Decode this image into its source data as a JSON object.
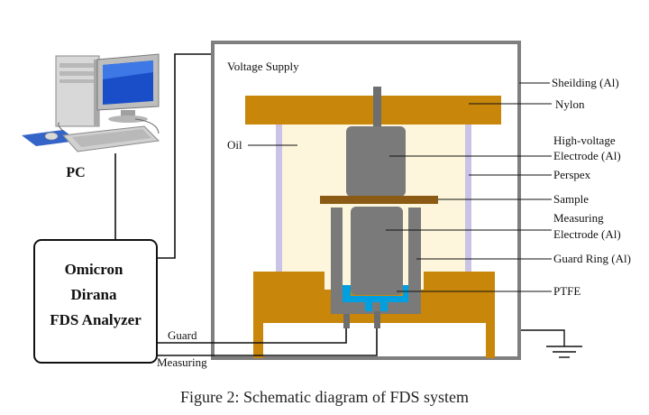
{
  "caption": "Figure 2: Schematic diagram of FDS system",
  "pc_label": "PC",
  "analyzer": {
    "line1": "Omicron",
    "line2": "Dirana",
    "line3": "FDS Analyzer"
  },
  "labels": {
    "voltage_supply": "Voltage Supply",
    "shielding": "Sheilding (Al)",
    "nylon": "Nylon",
    "oil": "Oil",
    "hv_electrode_1": "High-voltage",
    "hv_electrode_2": "Electrode (Al)",
    "perspex": "Perspex",
    "sample": "Sample",
    "measuring_electrode_1": "Measuring",
    "measuring_electrode_2": "Electrode (Al)",
    "guard_ring": "Guard Ring (Al)",
    "ptfe": "PTFE",
    "guard": "Guard",
    "measuring": "Measuring"
  },
  "colors": {
    "shielding": "#7f7f7f",
    "nylon": "#c8860a",
    "oil": "#fdf6dc",
    "perspex": "#c9c3e6",
    "electrode": "#7a7a7a",
    "sample": "#8b5a14",
    "ptfe": "#00a0e0"
  }
}
